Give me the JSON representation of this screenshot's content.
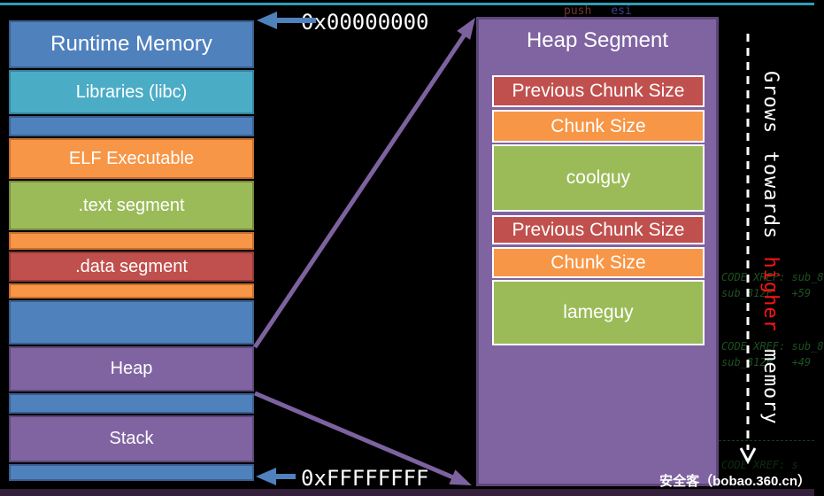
{
  "colors": {
    "blue": "#4F81BD",
    "blue-border": "#3A5F8F",
    "teal": "#4BACC6",
    "teal-border": "#35839B",
    "orange": "#F79646",
    "orange-border": "#C76F2E",
    "green": "#9BBB59",
    "green-border": "#75893E",
    "red": "#C0504D",
    "red-border": "#903A38",
    "purple": "#8064A2",
    "purple-border": "#5D4777",
    "teal-line": "#2F9DB6",
    "arrow-blue": "#4F81BD",
    "arrow-purple": "#7D62A0",
    "grow-red": "#FF1414",
    "xref-green": "#2F7D32",
    "push-red": "#6E3434",
    "esi-blue": "#3C3C8C"
  },
  "runtime_memory": {
    "blocks": [
      {
        "label": "Runtime Memory",
        "color": "blue"
      },
      {
        "label": "Libraries (libc)",
        "color": "teal"
      },
      {
        "label": "",
        "color": "blue"
      },
      {
        "label": "ELF Executable",
        "color": "orange"
      },
      {
        "label": ".text segment",
        "color": "green"
      },
      {
        "label": "",
        "color": "orange"
      },
      {
        "label": ".data segment",
        "color": "red"
      },
      {
        "label": "",
        "color": "orange"
      },
      {
        "label": "",
        "color": "blue"
      },
      {
        "label": "Heap",
        "color": "purple"
      },
      {
        "label": "",
        "color": "blue"
      },
      {
        "label": "Stack",
        "color": "purple"
      },
      {
        "label": "",
        "color": "blue"
      }
    ]
  },
  "heap_segment": {
    "title": "Heap Segment",
    "chunks": [
      {
        "rows": [
          {
            "label": "Previous Chunk Size",
            "color": "red"
          },
          {
            "label": "Chunk Size",
            "color": "orange"
          },
          {
            "label": "coolguy",
            "color": "green"
          }
        ]
      },
      {
        "rows": [
          {
            "label": "Previous Chunk Size",
            "color": "red"
          },
          {
            "label": "Chunk Size",
            "color": "orange"
          },
          {
            "label": "lameguy",
            "color": "green"
          }
        ]
      }
    ]
  },
  "addresses": {
    "top": "0x00000000",
    "bottom": "0xFFFFFFFF"
  },
  "growth_note": {
    "prefix": "Grows towards ",
    "highlight": "higher",
    "suffix": " memory"
  },
  "background": {
    "push_mnemonic": "push",
    "push_operand": "esi",
    "xref1_line1": "CODE XREF: sub_8",
    "xref1_line2": "sub_812F   +59",
    "xref2_line1": "CODE XREF: sub_8",
    "xref2_line2": "sub_812F   +49",
    "xref_partial": "CODE XREF: s"
  },
  "watermark": "安全客（bobao.360.cn）"
}
